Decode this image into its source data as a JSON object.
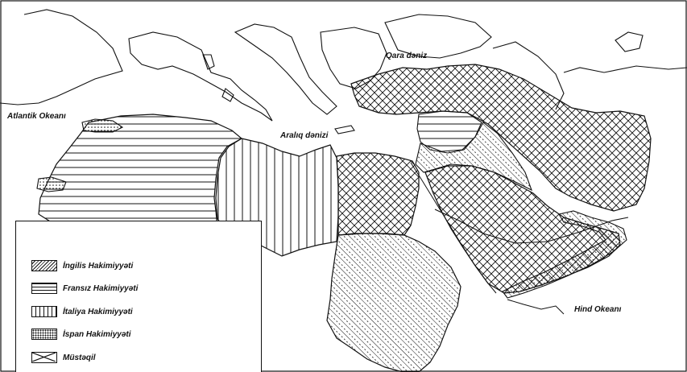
{
  "map": {
    "labels": {
      "black_sea": "Qara dəniz",
      "atlantic": "Atlantik Okeanı",
      "mediterranean": "Aralıq dənizi",
      "indian_ocean": "Hind Okeanı"
    }
  },
  "legend": {
    "items": [
      {
        "key": "british",
        "label": "İngilis Hakimiyyəti",
        "pattern": "diagonal-hatch-dashed"
      },
      {
        "key": "french",
        "label": "Fransız Hakimiyyəti",
        "pattern": "horizontal-lines"
      },
      {
        "key": "italian",
        "label": "İtaliya Hakimiyyəti",
        "pattern": "vertical-lines"
      },
      {
        "key": "spanish",
        "label": "İspan Hakimiyyəti",
        "pattern": "dots"
      },
      {
        "key": "independent",
        "label": "Müstəqil",
        "pattern": "cross-hatch"
      }
    ]
  },
  "colors": {
    "ink": "#111111",
    "paper": "#ffffff"
  }
}
